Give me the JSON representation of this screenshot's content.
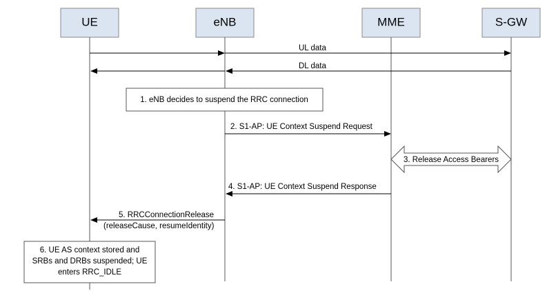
{
  "entities": [
    {
      "id": "ue",
      "label": "UE"
    },
    {
      "id": "enb",
      "label": "eNB"
    },
    {
      "id": "mme",
      "label": "MME"
    },
    {
      "id": "sgw",
      "label": "S-GW"
    }
  ],
  "messages": {
    "ul_data": "UL data",
    "dl_data": "DL data",
    "step2": "2. S1-AP: UE Context Suspend Request",
    "step3": "3. Release Access Bearers",
    "step4": "4. S1-AP: UE Context Suspend Response",
    "step5_line1": "5. RRCConnectionRelease",
    "step5_line2": "(releaseCause, resumeIdentity)"
  },
  "notes": {
    "step1": "1. eNB decides to suspend the RRC connection",
    "step6_line1": "6. UE AS context stored and",
    "step6_line2": "SRBs and DRBs suspended; UE",
    "step6_line3": "enters RRC_IDLE"
  }
}
